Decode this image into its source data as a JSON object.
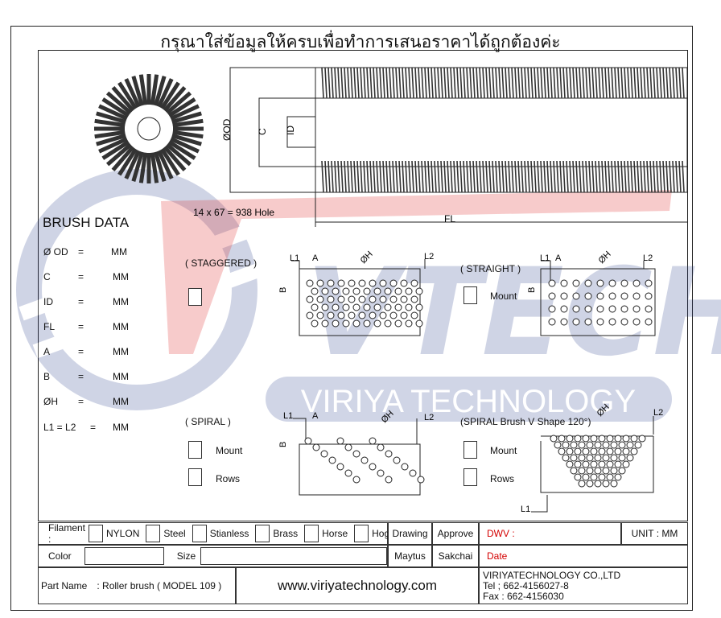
{
  "header": {
    "title": "กรุณาใส่ข้อมูลให้ครบเพื่อทำการเสนอราคาได้ถูกต้องค่ะ"
  },
  "watermark": {
    "brand": "VTECH",
    "company": "VIRIYA TECHNOLOGY",
    "brand_color": "#2b3f8c",
    "accent_color": "#e03030"
  },
  "drawing": {
    "dims": {
      "od": "ØOD",
      "c": "C",
      "id": "ID",
      "fl": "FL"
    },
    "hole_note": "14 x 67 = 938 Hole"
  },
  "brush_data": {
    "title": "BRUSH DATA",
    "rows": [
      {
        "label": "Ø OD",
        "eq": "=",
        "unit": "MM"
      },
      {
        "label": "C",
        "eq": "=",
        "unit": "MM"
      },
      {
        "label": "ID",
        "eq": "=",
        "unit": "MM"
      },
      {
        "label": "FL",
        "eq": "=",
        "unit": "MM"
      },
      {
        "label": "A",
        "eq": "=",
        "unit": "MM"
      },
      {
        "label": "B",
        "eq": "=",
        "unit": "MM"
      },
      {
        "label": "ØH",
        "eq": "=",
        "unit": "MM"
      },
      {
        "label": "L1 = L2",
        "eq": "=",
        "unit": "MM"
      }
    ]
  },
  "patterns": {
    "staggered": {
      "label": "( STAGGERED )"
    },
    "straight": {
      "label": "( STRAIGHT )",
      "mount": "Mount"
    },
    "spiral": {
      "label": "( SPIRAL )",
      "mount": "Mount",
      "rows": "Rows"
    },
    "spiral_v": {
      "label": "(SPIRAL Brush  V  Shape 120°)",
      "mount": "Mount",
      "rows": "Rows"
    },
    "tags": {
      "l1": "L1",
      "l2": "L2",
      "a": "A",
      "b": "B",
      "h": "ØH"
    }
  },
  "form": {
    "filament_label": "Filament :",
    "materials": [
      "NYLON",
      "Steel",
      "Stianless",
      "Brass",
      "Horse",
      "Hogs"
    ],
    "color_label": "Color",
    "size_label": "Size",
    "drawing": "Drawing",
    "approve": "Approve",
    "dwv": "DWV :",
    "unit": "UNIT : MM",
    "maytus": "Maytus",
    "sakchai": "Sakchai",
    "date": "Date",
    "part_name_label": "Part Name",
    "part_name_value": ": Roller brush  ( MODEL 109 )",
    "website": "www.viriyatechnology.com",
    "company": "VIRIYATECHNOLOGY CO.,LTD",
    "tel": "Tel  ; 662-4156027-8",
    "fax": "Fax : 662-4156030"
  }
}
